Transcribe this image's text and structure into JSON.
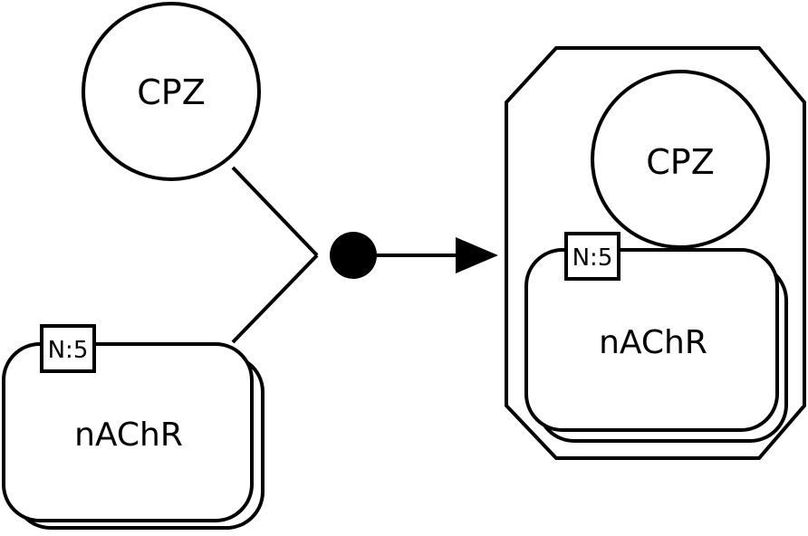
{
  "diagram": {
    "reactants": {
      "cpz": {
        "label": "CPZ"
      },
      "nachr": {
        "label": "nAChR",
        "unit_badge": "N:5"
      }
    },
    "complex": {
      "cpz": {
        "label": "CPZ"
      },
      "nachr": {
        "label": "nAChR",
        "unit_badge": "N:5"
      }
    }
  },
  "colors": {
    "stroke": "#000000",
    "fill": "#ffffff",
    "process_node": "#000000"
  }
}
